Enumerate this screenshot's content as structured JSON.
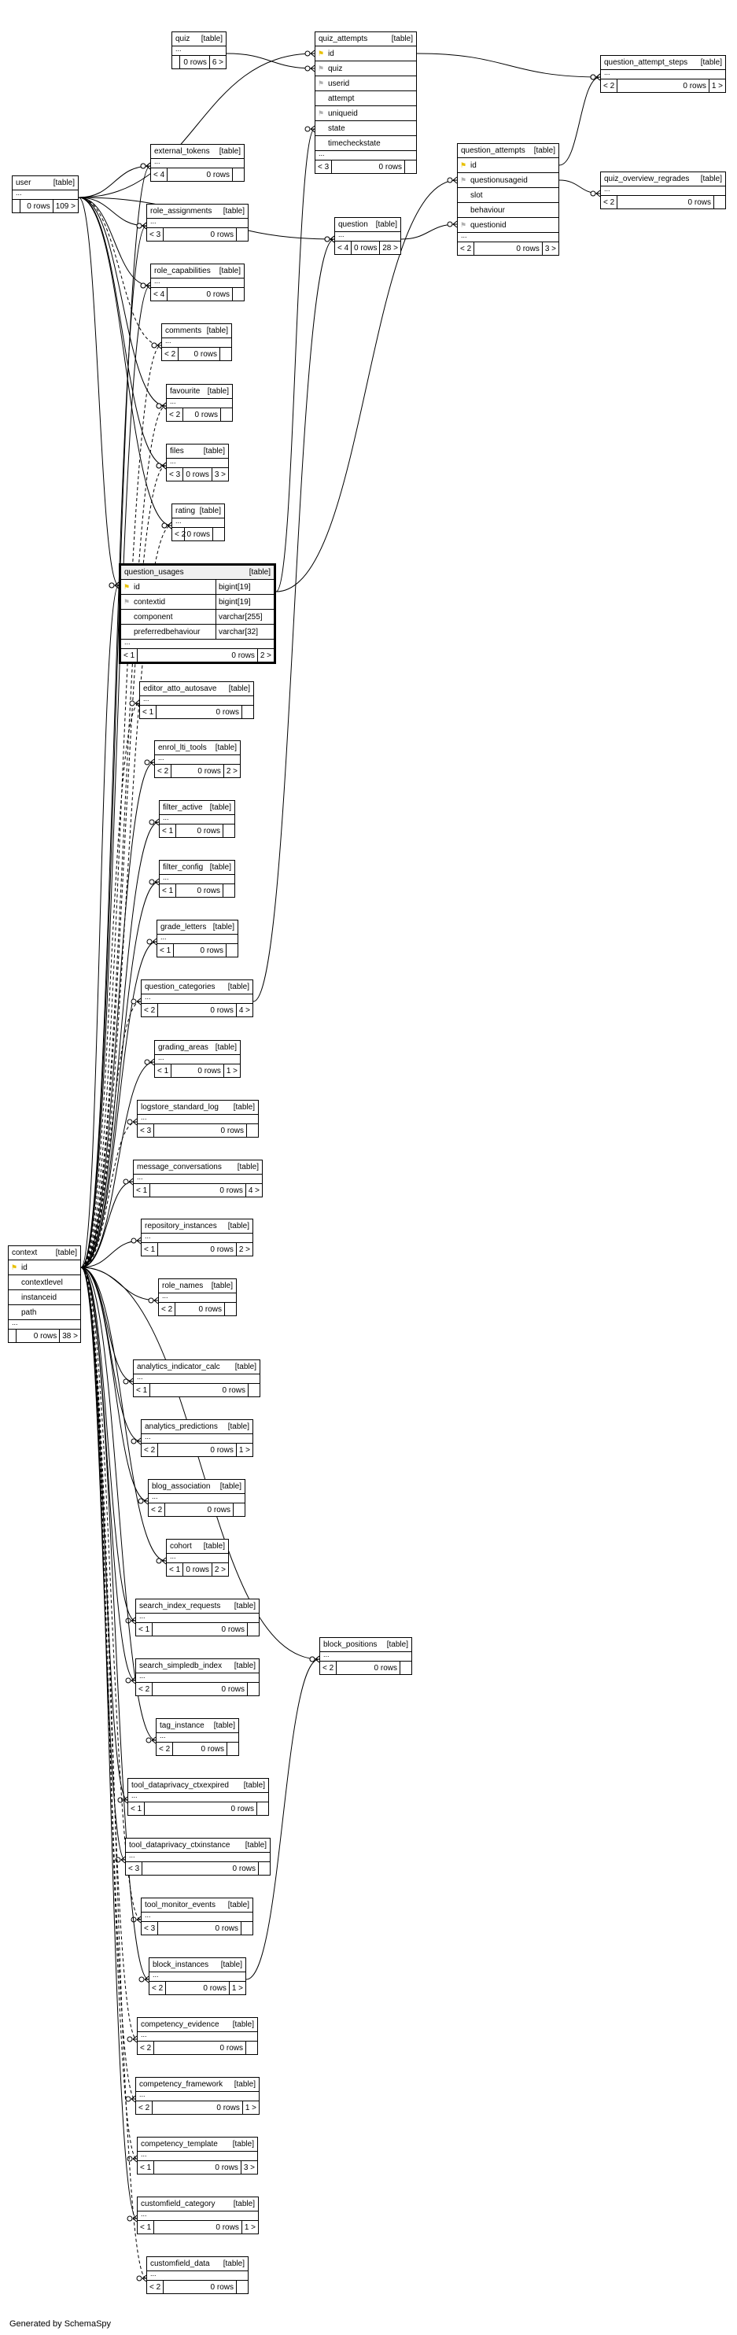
{
  "footer_text": "Generated by SchemaSpy",
  "tables": [
    {
      "id": "quiz",
      "name": "quiz",
      "tag": "[table]",
      "cols": [],
      "parents": "",
      "rows": "0 rows",
      "children": "6 >"
    },
    {
      "id": "quiz_attempts",
      "name": "quiz_attempts",
      "tag": "[table]",
      "cols": [
        {
          "k": "pk",
          "n": "id"
        },
        {
          "k": "fk",
          "n": "quiz"
        },
        {
          "k": "fk",
          "n": "userid"
        },
        {
          "k": "",
          "n": "attempt"
        },
        {
          "k": "fk",
          "n": "uniqueid"
        },
        {
          "k": "",
          "n": "state"
        },
        {
          "k": "",
          "n": "timecheckstate"
        }
      ],
      "parents": "< 3",
      "rows": "0 rows",
      "children": ""
    },
    {
      "id": "question_attempt_steps",
      "name": "question_attempt_steps",
      "tag": "[table]",
      "cols": [],
      "parents": "< 2",
      "rows": "0 rows",
      "children": "1 >"
    },
    {
      "id": "quiz_overview_regrades",
      "name": "quiz_overview_regrades",
      "tag": "[table]",
      "cols": [],
      "parents": "< 2",
      "rows": "0 rows",
      "children": ""
    },
    {
      "id": "question_attempts",
      "name": "question_attempts",
      "tag": "[table]",
      "cols": [
        {
          "k": "pk",
          "n": "id"
        },
        {
          "k": "fk",
          "n": "questionusageid"
        },
        {
          "k": "",
          "n": "slot"
        },
        {
          "k": "",
          "n": "behaviour"
        },
        {
          "k": "fk",
          "n": "questionid"
        }
      ],
      "parents": "< 2",
      "rows": "0 rows",
      "children": "3 >"
    },
    {
      "id": "question",
      "name": "question",
      "tag": "[table]",
      "cols": [],
      "parents": "< 4",
      "rows": "0 rows",
      "children": "28 >"
    },
    {
      "id": "user",
      "name": "user",
      "tag": "[table]",
      "cols": [],
      "parents": "",
      "rows": "0 rows",
      "children": "109 >"
    },
    {
      "id": "external_tokens",
      "name": "external_tokens",
      "tag": "[table]",
      "cols": [],
      "parents": "< 4",
      "rows": "0 rows",
      "children": ""
    },
    {
      "id": "role_assignments",
      "name": "role_assignments",
      "tag": "[table]",
      "cols": [],
      "parents": "< 3",
      "rows": "0 rows",
      "children": ""
    },
    {
      "id": "role_capabilities",
      "name": "role_capabilities",
      "tag": "[table]",
      "cols": [],
      "parents": "< 4",
      "rows": "0 rows",
      "children": ""
    },
    {
      "id": "comments",
      "name": "comments",
      "tag": "[table]",
      "cols": [],
      "parents": "< 2",
      "rows": "0 rows",
      "children": ""
    },
    {
      "id": "favourite",
      "name": "favourite",
      "tag": "[table]",
      "cols": [],
      "parents": "< 2",
      "rows": "0 rows",
      "children": ""
    },
    {
      "id": "files",
      "name": "files",
      "tag": "[table]",
      "cols": [],
      "parents": "< 3",
      "rows": "0 rows",
      "children": "3 >"
    },
    {
      "id": "rating",
      "name": "rating",
      "tag": "[table]",
      "cols": [],
      "parents": "< 2",
      "rows": "0 rows",
      "children": ""
    },
    {
      "id": "question_usages",
      "name": "question_usages",
      "tag": "[table]",
      "focus": true,
      "cols": [
        {
          "k": "pk",
          "n": "id",
          "t": "bigint[19]"
        },
        {
          "k": "fk",
          "n": "contextid",
          "t": "bigint[19]"
        },
        {
          "k": "",
          "n": "component",
          "t": "varchar[255]"
        },
        {
          "k": "",
          "n": "preferredbehaviour",
          "t": "varchar[32]"
        }
      ],
      "parents": "< 1",
      "rows": "0 rows",
      "children": "2 >"
    },
    {
      "id": "editor_atto_autosave",
      "name": "editor_atto_autosave",
      "tag": "[table]",
      "cols": [],
      "parents": "< 1",
      "rows": "0 rows",
      "children": ""
    },
    {
      "id": "enrol_lti_tools",
      "name": "enrol_lti_tools",
      "tag": "[table]",
      "cols": [],
      "parents": "< 2",
      "rows": "0 rows",
      "children": "2 >"
    },
    {
      "id": "filter_active",
      "name": "filter_active",
      "tag": "[table]",
      "cols": [],
      "parents": "< 1",
      "rows": "0 rows",
      "children": ""
    },
    {
      "id": "filter_config",
      "name": "filter_config",
      "tag": "[table]",
      "cols": [],
      "parents": "< 1",
      "rows": "0 rows",
      "children": ""
    },
    {
      "id": "grade_letters",
      "name": "grade_letters",
      "tag": "[table]",
      "cols": [],
      "parents": "< 1",
      "rows": "0 rows",
      "children": ""
    },
    {
      "id": "question_categories",
      "name": "question_categories",
      "tag": "[table]",
      "cols": [],
      "parents": "< 2",
      "rows": "0 rows",
      "children": "4 >"
    },
    {
      "id": "grading_areas",
      "name": "grading_areas",
      "tag": "[table]",
      "cols": [],
      "parents": "< 1",
      "rows": "0 rows",
      "children": "1 >"
    },
    {
      "id": "logstore_standard_log",
      "name": "logstore_standard_log",
      "tag": "[table]",
      "cols": [],
      "parents": "< 3",
      "rows": "0 rows",
      "children": ""
    },
    {
      "id": "message_conversations",
      "name": "message_conversations",
      "tag": "[table]",
      "cols": [],
      "parents": "< 1",
      "rows": "0 rows",
      "children": "4 >"
    },
    {
      "id": "repository_instances",
      "name": "repository_instances",
      "tag": "[table]",
      "cols": [],
      "parents": "< 1",
      "rows": "0 rows",
      "children": "2 >"
    },
    {
      "id": "role_names",
      "name": "role_names",
      "tag": "[table]",
      "cols": [],
      "parents": "< 2",
      "rows": "0 rows",
      "children": ""
    },
    {
      "id": "context",
      "name": "context",
      "tag": "[table]",
      "cols": [
        {
          "k": "pk",
          "n": "id"
        },
        {
          "k": "",
          "n": "contextlevel"
        },
        {
          "k": "",
          "n": "instanceid"
        },
        {
          "k": "",
          "n": "path"
        }
      ],
      "parents": "",
      "rows": "0 rows",
      "children": "38 >"
    },
    {
      "id": "analytics_indicator_calc",
      "name": "analytics_indicator_calc",
      "tag": "[table]",
      "cols": [],
      "parents": "< 1",
      "rows": "0 rows",
      "children": ""
    },
    {
      "id": "analytics_predictions",
      "name": "analytics_predictions",
      "tag": "[table]",
      "cols": [],
      "parents": "< 2",
      "rows": "0 rows",
      "children": "1 >"
    },
    {
      "id": "blog_association",
      "name": "blog_association",
      "tag": "[table]",
      "cols": [],
      "parents": "< 2",
      "rows": "0 rows",
      "children": ""
    },
    {
      "id": "cohort",
      "name": "cohort",
      "tag": "[table]",
      "cols": [],
      "parents": "< 1",
      "rows": "0 rows",
      "children": "2 >"
    },
    {
      "id": "search_index_requests",
      "name": "search_index_requests",
      "tag": "[table]",
      "cols": [],
      "parents": "< 1",
      "rows": "0 rows",
      "children": ""
    },
    {
      "id": "search_simpledb_index",
      "name": "search_simpledb_index",
      "tag": "[table]",
      "cols": [],
      "parents": "< 2",
      "rows": "0 rows",
      "children": ""
    },
    {
      "id": "tag_instance",
      "name": "tag_instance",
      "tag": "[table]",
      "cols": [],
      "parents": "< 2",
      "rows": "0 rows",
      "children": ""
    },
    {
      "id": "block_positions",
      "name": "block_positions",
      "tag": "[table]",
      "cols": [],
      "parents": "< 2",
      "rows": "0 rows",
      "children": ""
    },
    {
      "id": "tool_dataprivacy_ctxexpired",
      "name": "tool_dataprivacy_ctxexpired",
      "tag": "[table]",
      "cols": [],
      "parents": "< 1",
      "rows": "0 rows",
      "children": ""
    },
    {
      "id": "tool_dataprivacy_ctxinstance",
      "name": "tool_dataprivacy_ctxinstance",
      "tag": "[table]",
      "cols": [],
      "parents": "< 3",
      "rows": "0 rows",
      "children": ""
    },
    {
      "id": "tool_monitor_events",
      "name": "tool_monitor_events",
      "tag": "[table]",
      "cols": [],
      "parents": "< 3",
      "rows": "0 rows",
      "children": ""
    },
    {
      "id": "block_instances",
      "name": "block_instances",
      "tag": "[table]",
      "cols": [],
      "parents": "< 2",
      "rows": "0 rows",
      "children": "1 >"
    },
    {
      "id": "competency_evidence",
      "name": "competency_evidence",
      "tag": "[table]",
      "cols": [],
      "parents": "< 2",
      "rows": "0 rows",
      "children": ""
    },
    {
      "id": "competency_framework",
      "name": "competency_framework",
      "tag": "[table]",
      "cols": [],
      "parents": "< 2",
      "rows": "0 rows",
      "children": "1 >"
    },
    {
      "id": "competency_template",
      "name": "competency_template",
      "tag": "[table]",
      "cols": [],
      "parents": "< 1",
      "rows": "0 rows",
      "children": "3 >"
    },
    {
      "id": "customfield_category",
      "name": "customfield_category",
      "tag": "[table]",
      "cols": [],
      "parents": "< 1",
      "rows": "0 rows",
      "children": "1 >"
    },
    {
      "id": "customfield_data",
      "name": "customfield_data",
      "tag": "[table]",
      "cols": [],
      "parents": "< 2",
      "rows": "0 rows",
      "children": ""
    }
  ]
}
